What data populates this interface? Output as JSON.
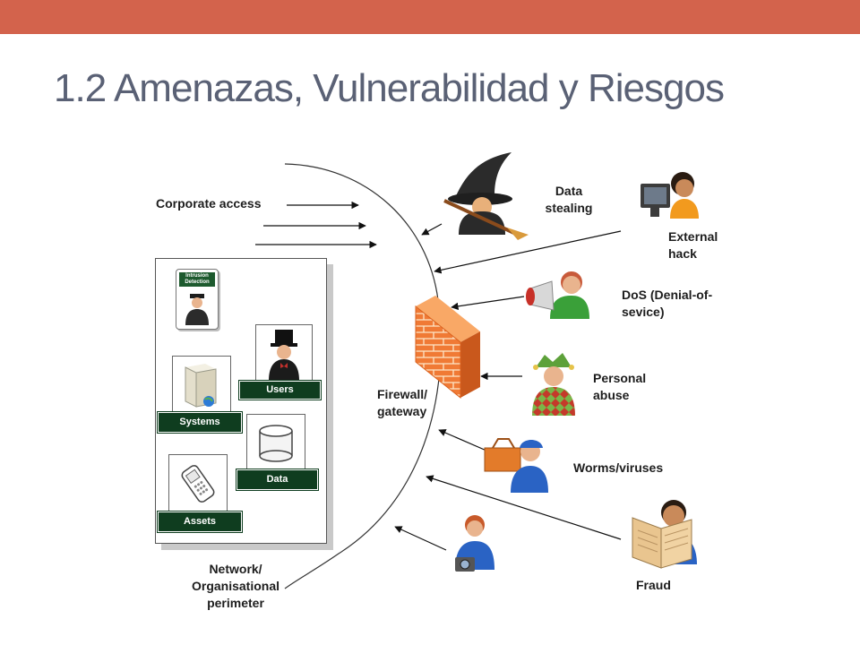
{
  "slide": {
    "title": "1.2 Amenazas, Vulnerabilidad y Riesgos",
    "accent_color": "#d3634c",
    "title_color": "#5a6175"
  },
  "diagram": {
    "inside": {
      "corporate_access": "Corporate access",
      "ids_label": "Intrusion Detection",
      "tiles": {
        "users": "Users",
        "systems": "Systems",
        "data": "Data",
        "assets": "Assets"
      },
      "perimeter_label": "Network/\nOrganisational\nperimeter"
    },
    "firewall_label": "Firewall/\ngateway",
    "threats": {
      "data_stealing": "Data\nstealing",
      "external_hack": "External\nhack",
      "dos": "DoS (Denial-of-\nsevice)",
      "personal_abuse": "Personal\nabuse",
      "worms": "Worms/viruses",
      "fraud": "Fraud"
    },
    "icons": [
      "witch-icon",
      "hacker-computer-icon",
      "megaphone-person-icon",
      "jester-icon",
      "repairman-toolbox-icon",
      "newspaper-reader-icon",
      "photographer-icon",
      "firewall-brick-icon",
      "doorman-icon",
      "top-hat-user-icon",
      "server-icon",
      "database-icon",
      "phone-icon"
    ]
  }
}
